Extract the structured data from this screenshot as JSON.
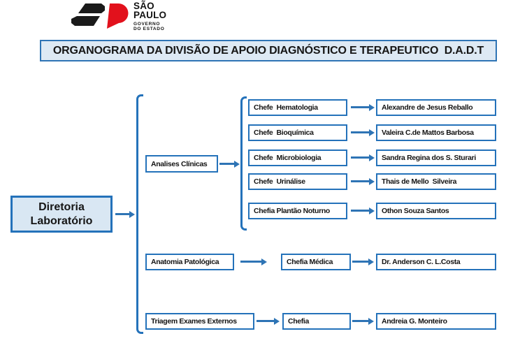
{
  "logo": {
    "name_line1": "SÃO",
    "name_line2": "PAULO",
    "gov_line1": "GOVERNO",
    "gov_line2": "DO ESTADO"
  },
  "title": "ORGANOGRAMA DA DIVISÃO DE APOIO DIAGNÓSTICO E TERAPEUTICO  D.A.D.T",
  "root": {
    "line1": "Diretoria",
    "line2": "Laboratório"
  },
  "branches": [
    {
      "label": "Analises Clínicas",
      "children": [
        {
          "role": "Chefe  Hematologia",
          "person": "Alexandre de Jesus Reballo"
        },
        {
          "role": "Chefe  Bioquímica",
          "person": "Valeira C.de Mattos Barbosa"
        },
        {
          "role": "Chefe  Microbiologia",
          "person": "Sandra Regina dos S. Sturari"
        },
        {
          "role": "Chefe  Urinálise",
          "person": "Thais de Mello  Silveira"
        },
        {
          "role": "Chefia Plantão Noturno",
          "person": "Othon Souza Santos"
        }
      ]
    },
    {
      "label": "Anatomia Patológica",
      "children": [
        {
          "role": "Chefia Médica",
          "person": "Dr. Anderson C. L.Costa"
        }
      ]
    },
    {
      "label": "Triagem Exames Externos",
      "children": [
        {
          "role": "Chefia",
          "person": "Andreia G. Monteiro"
        }
      ]
    }
  ],
  "colors": {
    "box_border": "#2472ba",
    "arrow": "#2e74b5",
    "title_fill": "#dde9f4",
    "root_fill": "#d9e7f3",
    "logo_red": "#e2111c",
    "logo_black": "#1a1a1a",
    "text": "#1a1a1a"
  }
}
